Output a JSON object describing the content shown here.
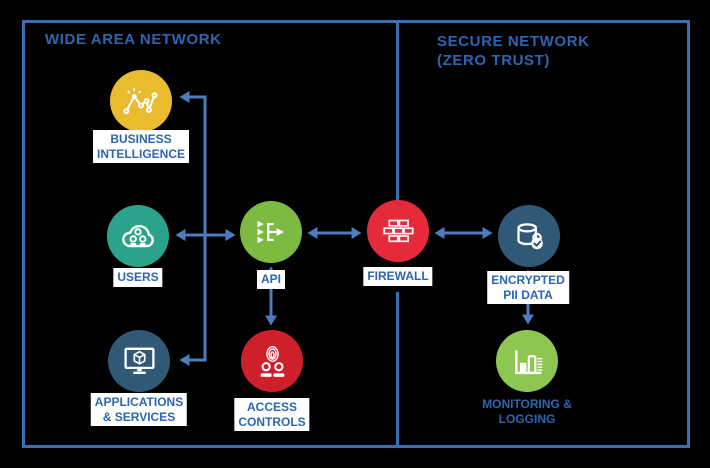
{
  "colors": {
    "background": "#000000",
    "boundary_border": "#3A6FB5",
    "arrow": "#4E7CC0",
    "text": "#2C66B1",
    "label_bg": "#FFFFFF"
  },
  "zones": {
    "wan": {
      "title": "WIDE AREA NETWORK"
    },
    "secure": {
      "title_line1": "SECURE NETWORK",
      "title_line2": "(ZERO TRUST)"
    }
  },
  "nodes": {
    "business_intelligence": {
      "line1": "BUSINESS",
      "line2": "INTELLIGENCE",
      "color": "#E9BC2F",
      "icon": "line-chart-icon"
    },
    "users": {
      "line1": "USERS",
      "color": "#2BA38B",
      "icon": "cloud-users-icon"
    },
    "applications_services": {
      "line1": "APPLICATIONS",
      "line2": "& SERVICES",
      "color": "#2F5977",
      "icon": "monitor-cube-icon"
    },
    "api": {
      "line1": "API",
      "color": "#7CBA41",
      "icon": "api-merge-icon"
    },
    "access_controls": {
      "line1": "ACCESS",
      "line2": "CONTROLS",
      "color": "#CE202B",
      "icon": "fingerprint-users-icon"
    },
    "firewall": {
      "line1": "FIREWALL",
      "color": "#E52A3C",
      "icon": "brick-wall-icon"
    },
    "encrypted_pii": {
      "line1": "ENCRYPTED",
      "line2": "PII DATA",
      "color": "#2F5977",
      "icon": "database-lock-icon"
    },
    "monitoring_logging": {
      "line1": "MONITORING &",
      "line2": "LOGGING",
      "color": "#8DC650",
      "icon": "bar-chart-log-icon"
    }
  },
  "connections": [
    "users<->api",
    "api<->firewall",
    "firewall<->encrypted_pii",
    "api<->access_controls",
    "encrypted_pii<->monitoring_logging",
    "branch->business_intelligence",
    "branch->applications_services"
  ]
}
